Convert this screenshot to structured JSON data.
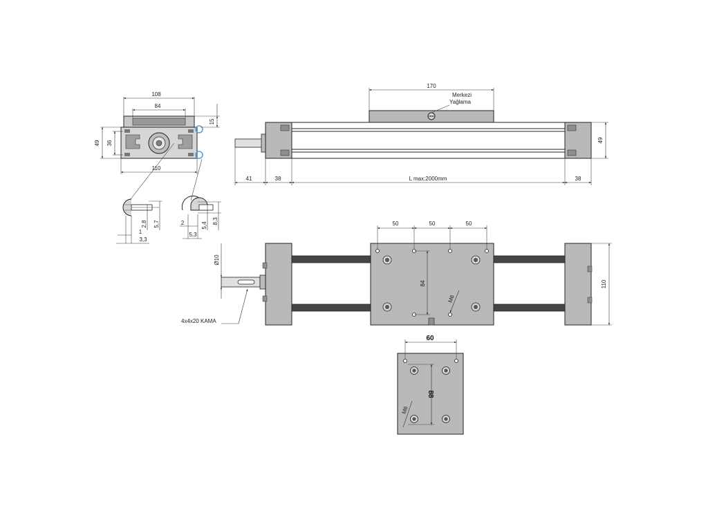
{
  "colors": {
    "plate": "#b9b9b9",
    "plate_dark": "#8f8f8f",
    "rail": "#4a4545",
    "profile": "#d6d6d6",
    "accent_blue": "#5aa0d8",
    "line": "#222222"
  },
  "end_view": {
    "dim_108": "108",
    "dim_84": "84",
    "dim_15": "15",
    "dim_49": "49",
    "dim_36": "36",
    "dim_110": "110"
  },
  "details": {
    "left": {
      "d_2_8": "2,8",
      "d_5_7": "5,7",
      "d_1": "1",
      "d_3_3": "3,3"
    },
    "right": {
      "d_2": "2",
      "d_5_4": "5,4",
      "d_8_3": "8,3",
      "d_5_3": "5,3"
    }
  },
  "side_view": {
    "dim_170": "170",
    "lube_line1": "Merkezi",
    "lube_line2": "Yağlama",
    "dim_49": "49",
    "dim_41": "41",
    "dim_38_left": "38",
    "length": "L max:2000mm",
    "dim_38_right": "38"
  },
  "top_view": {
    "dim_50_a": "50",
    "dim_50_b": "50",
    "dim_50_c": "50",
    "dim_84": "84",
    "thread": "M6",
    "dim_110": "110",
    "shaft_dia": "Ø10",
    "key": "4x4x20 KAMA"
  },
  "plate_view": {
    "dim_60": "60",
    "dim_88": "88",
    "thread": "M6"
  }
}
